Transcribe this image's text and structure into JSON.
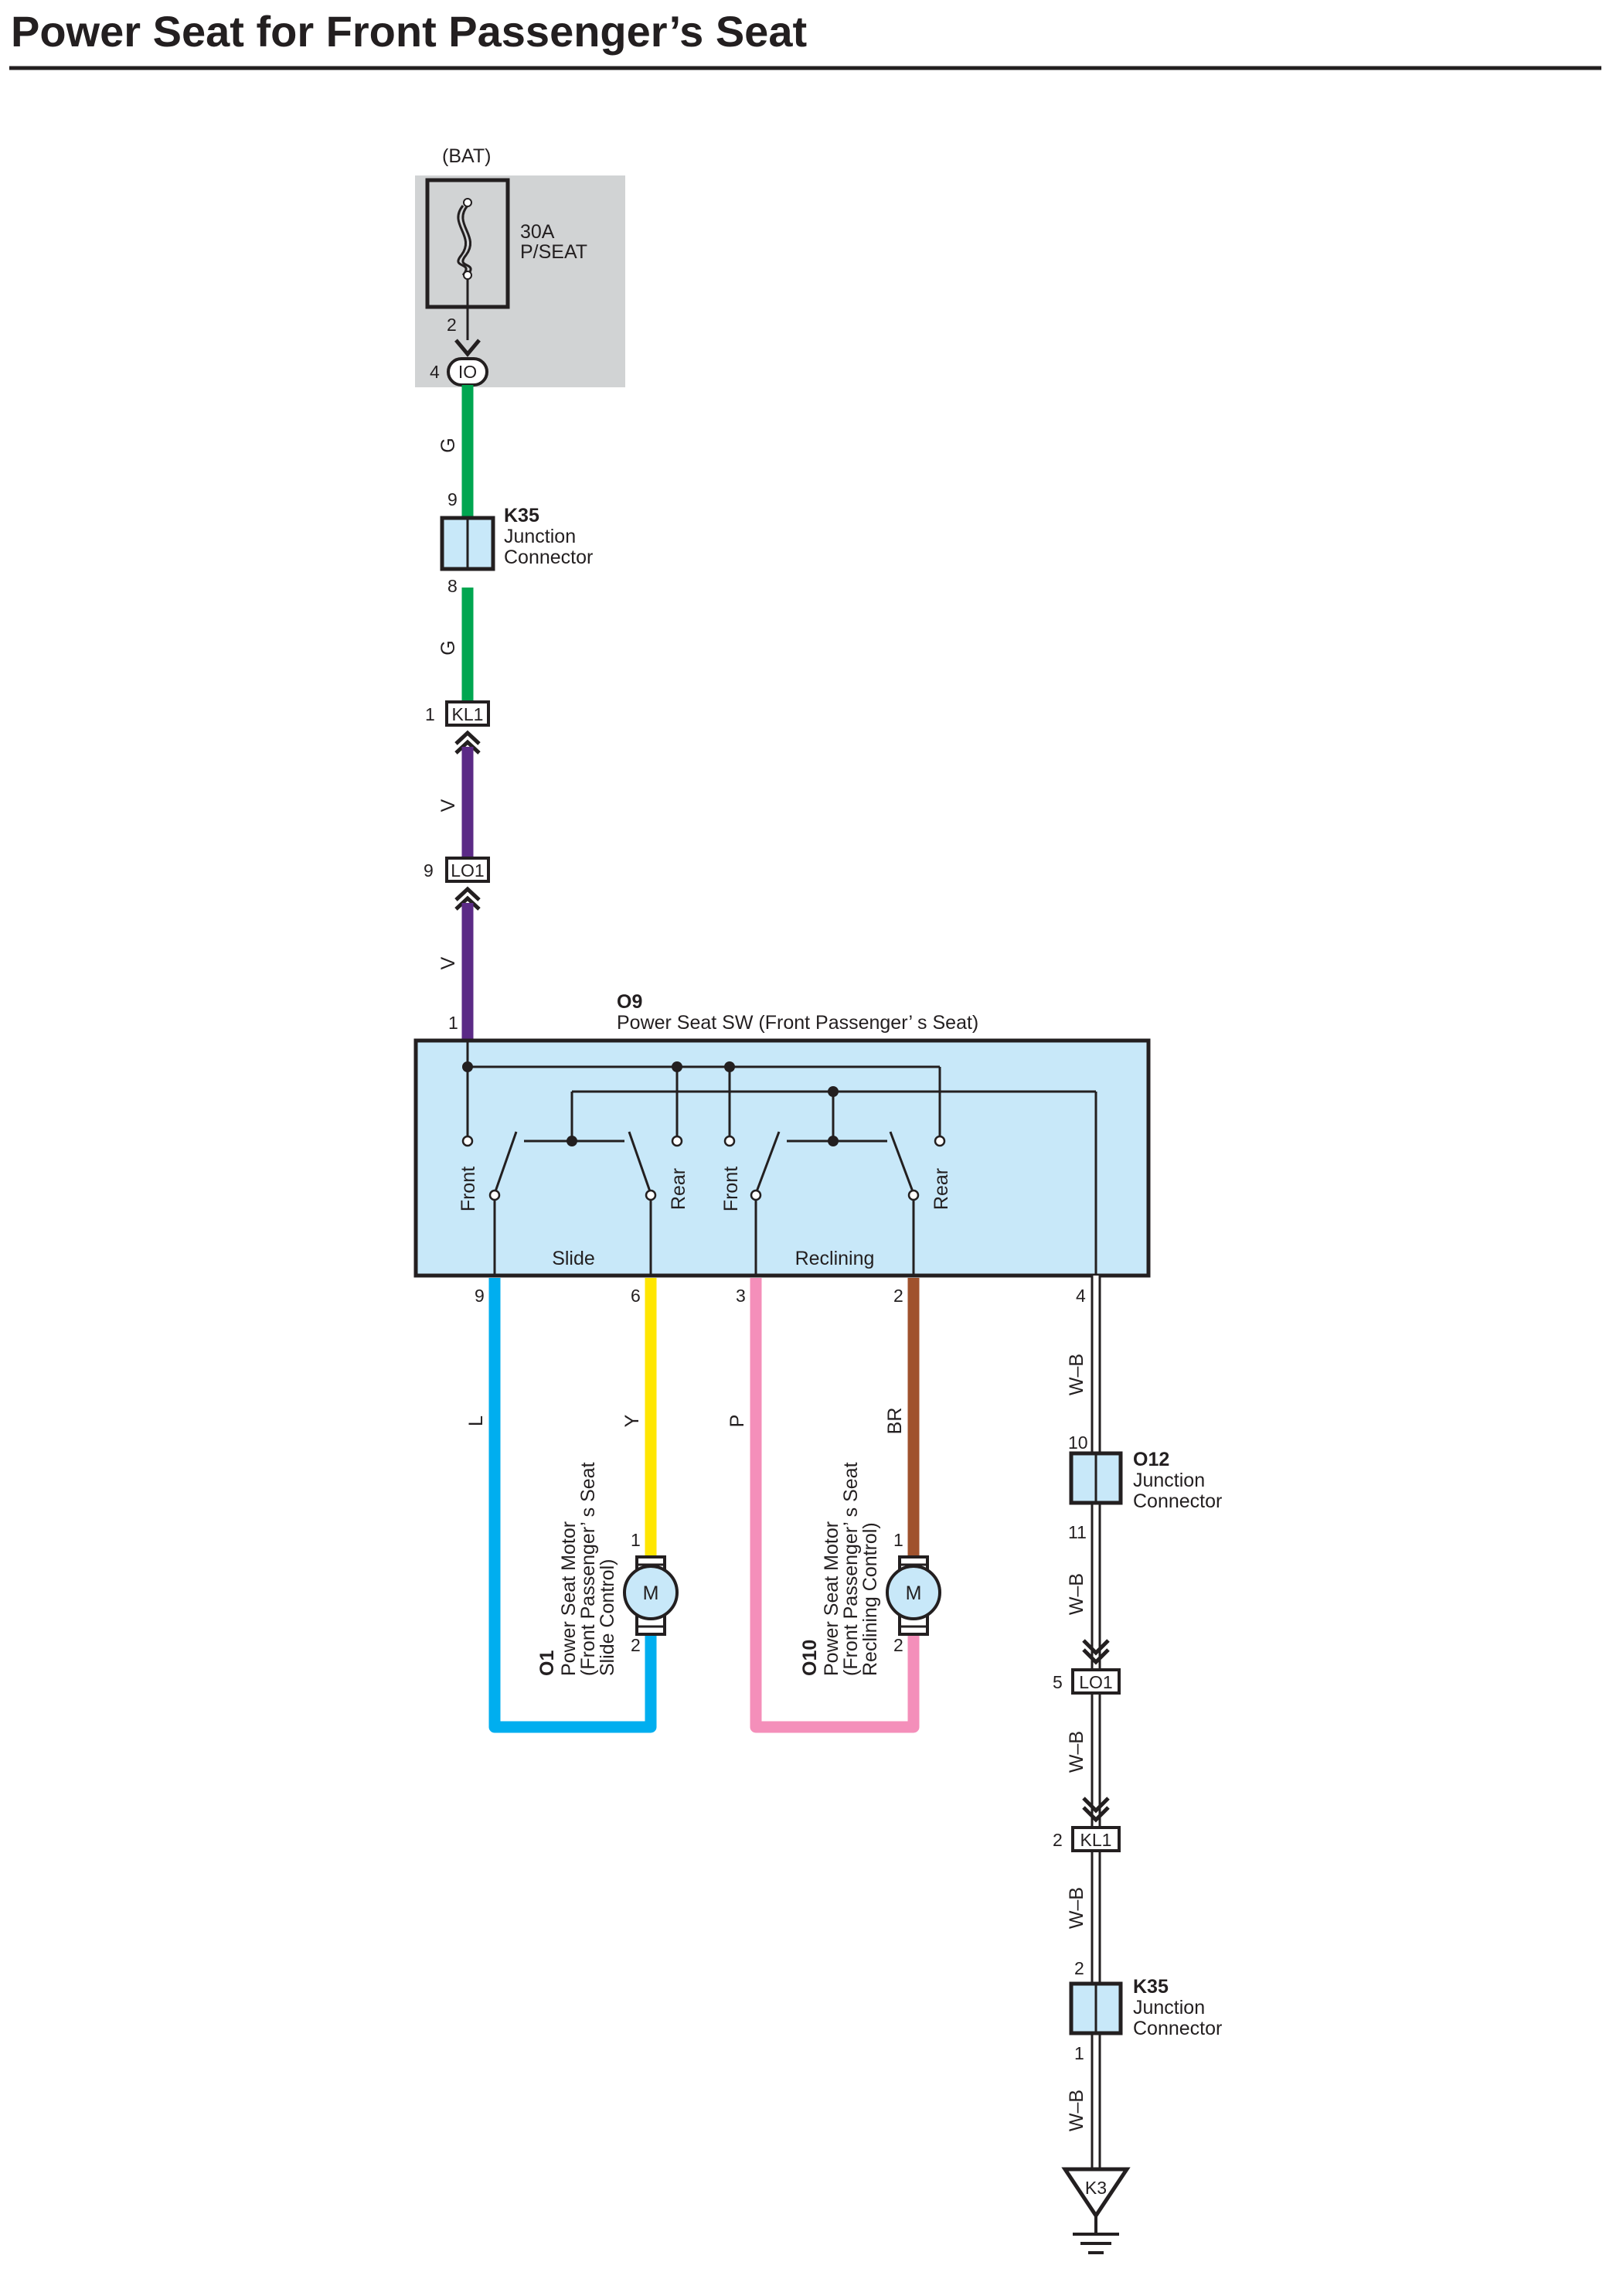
{
  "title": "Power Seat for Front Passenger’s Seat",
  "fuse": {
    "source": "(BAT)",
    "rating": "30A",
    "name": "P/SEAT",
    "pin_out": "2",
    "pin_in": "4",
    "block": "IO"
  },
  "k35_top": {
    "code": "K35",
    "line1": "Junction",
    "line2": "Connector",
    "pin_a": "9",
    "pin_b": "8"
  },
  "kl1_top": {
    "code": "KL1",
    "pin": "1"
  },
  "lo1_top": {
    "code": "LO1",
    "pin": "9"
  },
  "switch": {
    "code": "O9",
    "name": "Power Seat SW (Front Passenger’ s Seat)",
    "pin_in": "1",
    "slide": "Slide",
    "reclining": "Reclining",
    "front": "Front",
    "rear": "Rear",
    "pins": {
      "slide_front": "9",
      "slide_rear": "6",
      "recl_front": "3",
      "recl_rear": "2",
      "ground": "4"
    }
  },
  "wires": {
    "g": "G",
    "v": "V",
    "l": "L",
    "y": "Y",
    "p": "P",
    "br": "BR",
    "wb": "W–B"
  },
  "colors": {
    "green": "#00a650",
    "purple": "#5b2a86",
    "blue": "#00aeef",
    "yellow": "#ffe600",
    "pink": "#f48fba",
    "brown": "#a0522d",
    "component_fill": "#c8e8f9",
    "fuse_box": "#d1d3d4"
  },
  "motor_slide": {
    "code": "O1",
    "line1": "Power Seat Motor",
    "line2": "(Front Passenger’ s Seat",
    "line3": "Slide Control)",
    "symbol": "M",
    "pin1": "1",
    "pin2": "2"
  },
  "motor_recl": {
    "code": "O10",
    "line1": "Power Seat Motor",
    "line2": "(Front Passenger’ s Seat",
    "line3": "Reclining Control)",
    "symbol": "M",
    "pin1": "1",
    "pin2": "2"
  },
  "o12": {
    "code": "O12",
    "line1": "Junction",
    "line2": "Connector",
    "pin_a": "10",
    "pin_b": "11"
  },
  "lo1_bottom": {
    "code": "LO1",
    "pin": "5"
  },
  "kl1_bottom": {
    "code": "KL1",
    "pin": "2"
  },
  "k35_bottom": {
    "code": "K35",
    "line1": "Junction",
    "line2": "Connector",
    "pin_a": "2",
    "pin_b": "1"
  },
  "ground": {
    "code": "K3"
  }
}
